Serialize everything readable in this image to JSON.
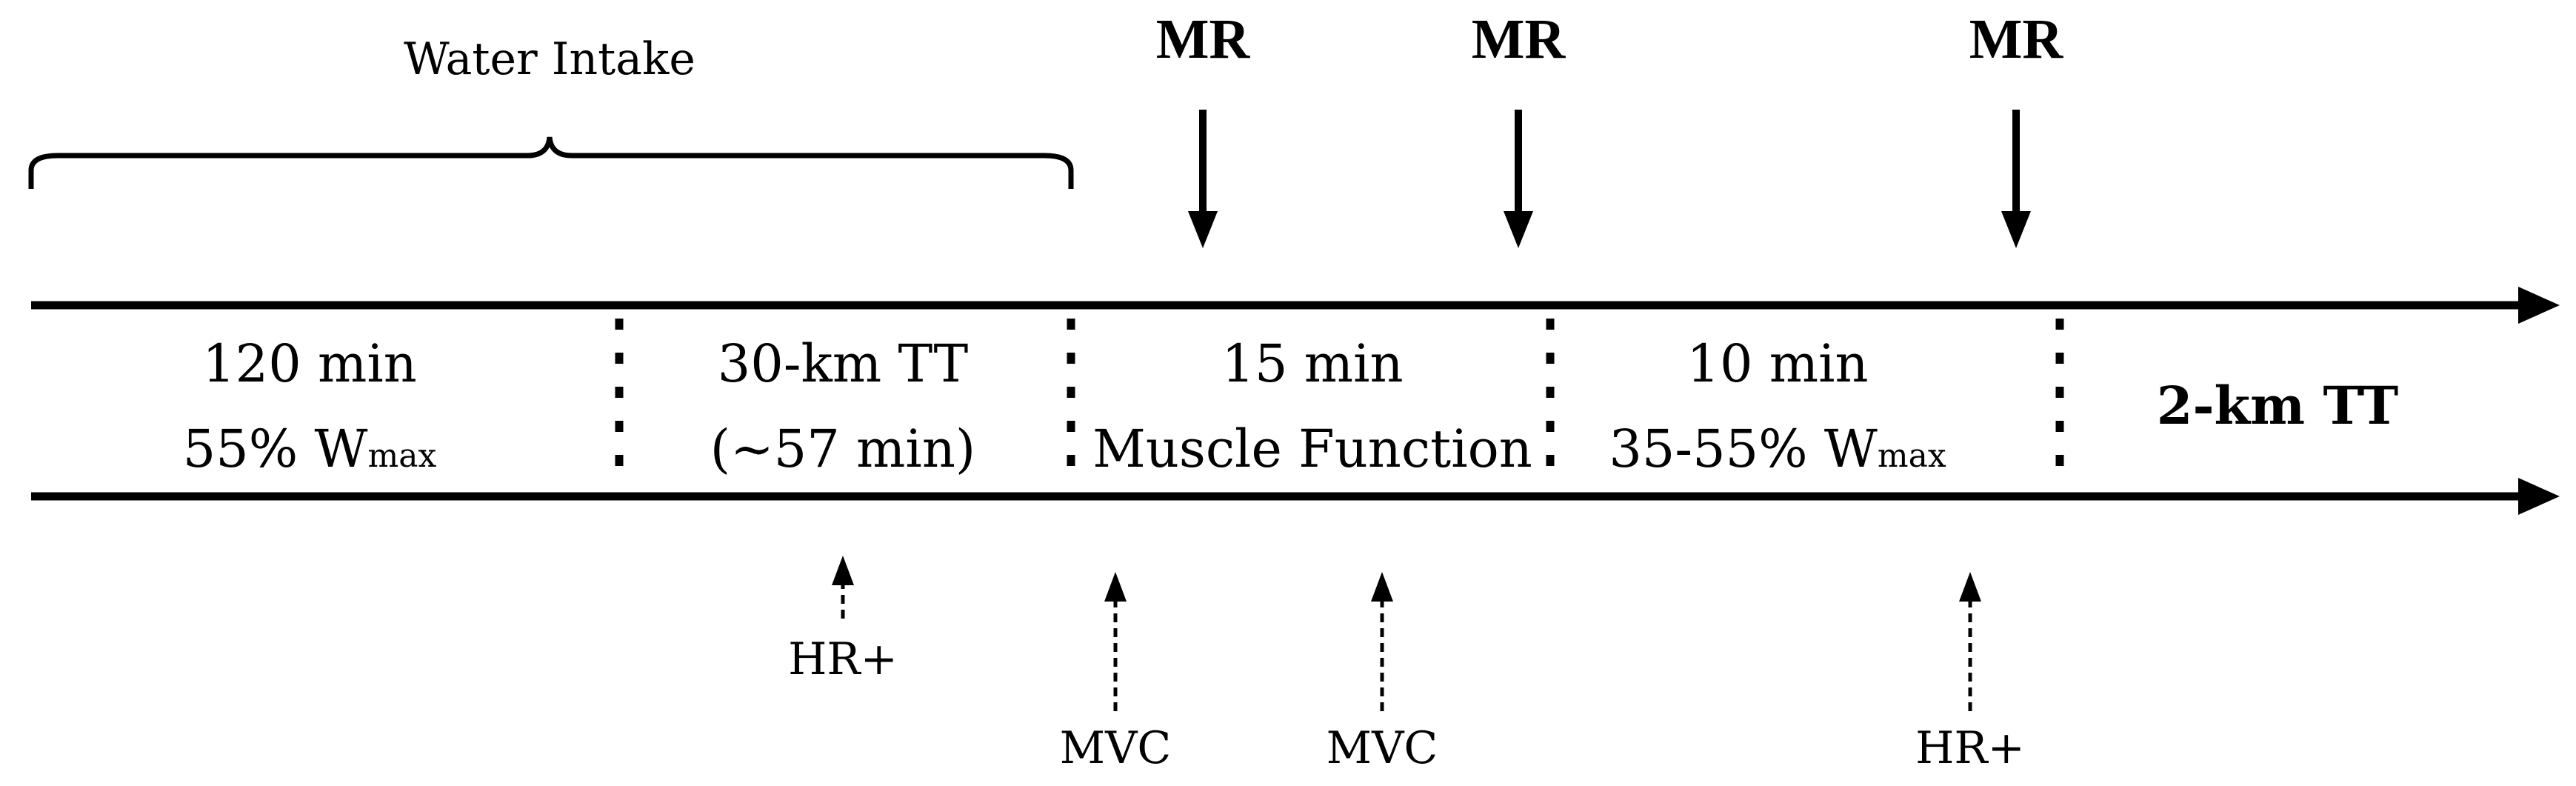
{
  "brace_label": "Water Intake",
  "markers_top": [
    "MR",
    "MR",
    "MR"
  ],
  "segments": [
    {
      "line1": "120 min",
      "line2_main": "55% W",
      "line2_sub": "max"
    },
    {
      "line1": "30-km TT",
      "line2_main": "(~57 min)",
      "line2_sub": ""
    },
    {
      "line1": "15 min",
      "line2_main": "Muscle Function",
      "line2_sub": ""
    },
    {
      "line1": "10 min",
      "line2_main": "35-55% W",
      "line2_sub": "max"
    },
    {
      "line1": "2-km TT",
      "line2_main": "",
      "line2_sub": ""
    }
  ],
  "markers_bottom": [
    "HR+",
    "MVC",
    "MVC",
    "HR+"
  ]
}
